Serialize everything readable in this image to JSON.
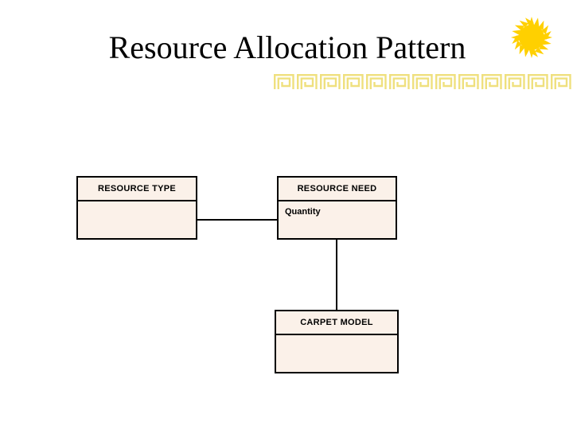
{
  "slide": {
    "title": "Resource Allocation Pattern",
    "background_color": "#ffffff"
  },
  "ornaments": {
    "meander_border": {
      "icon": "greek-key-border",
      "color": "#f0e080",
      "repeat_count": 13
    },
    "sun": {
      "icon": "sun-burst-icon",
      "color": "#ffd000",
      "ray_count": 20
    }
  },
  "diagram": {
    "type": "entity-relationship",
    "box_fill_color": "#fbf1e9",
    "box_border_color": "#000000",
    "entities": [
      {
        "id": "resource-type",
        "name": "RESOURCE TYPE",
        "attributes": []
      },
      {
        "id": "resource-need",
        "name": "RESOURCE NEED",
        "attributes": [
          "Quantity"
        ]
      },
      {
        "id": "carpet-model",
        "name": "CARPET MODEL",
        "attributes": []
      }
    ],
    "connectors": [
      {
        "from": "resource-type",
        "to": "resource-need",
        "orientation": "horizontal"
      },
      {
        "from": "resource-need",
        "to": "carpet-model",
        "orientation": "vertical"
      }
    ]
  }
}
